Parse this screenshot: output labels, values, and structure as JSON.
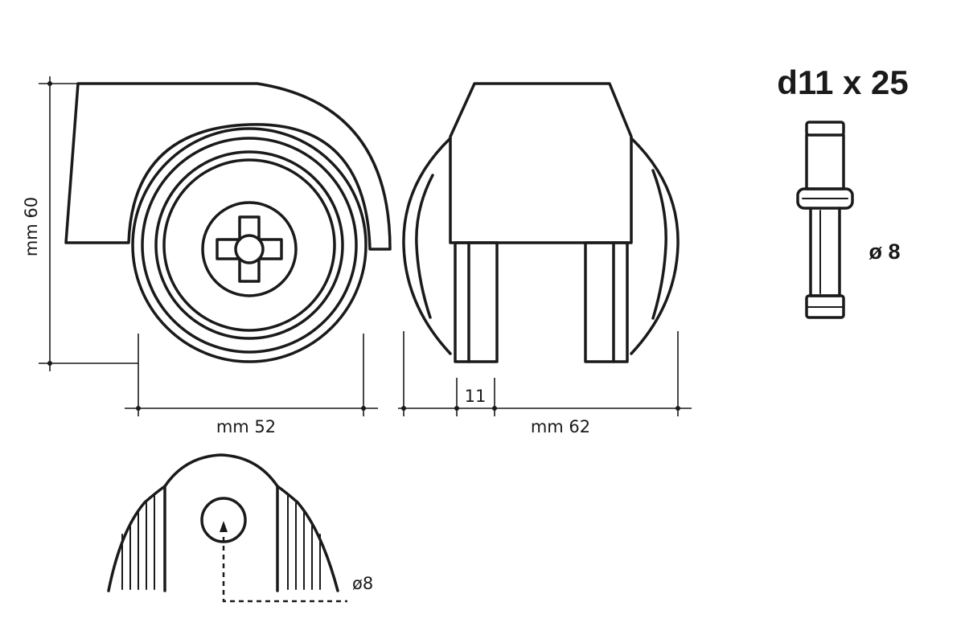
{
  "labels": {
    "height_dim": "mm 60",
    "width_dim": "mm 52",
    "depth_dim": "mm 62",
    "slot_dim": "11",
    "pin_size": "d11 x 25",
    "pin_diameter": "ø 8",
    "hole_diameter": "ø8"
  },
  "colors": {
    "line": "#1a1a1a",
    "background": "#ffffff"
  }
}
